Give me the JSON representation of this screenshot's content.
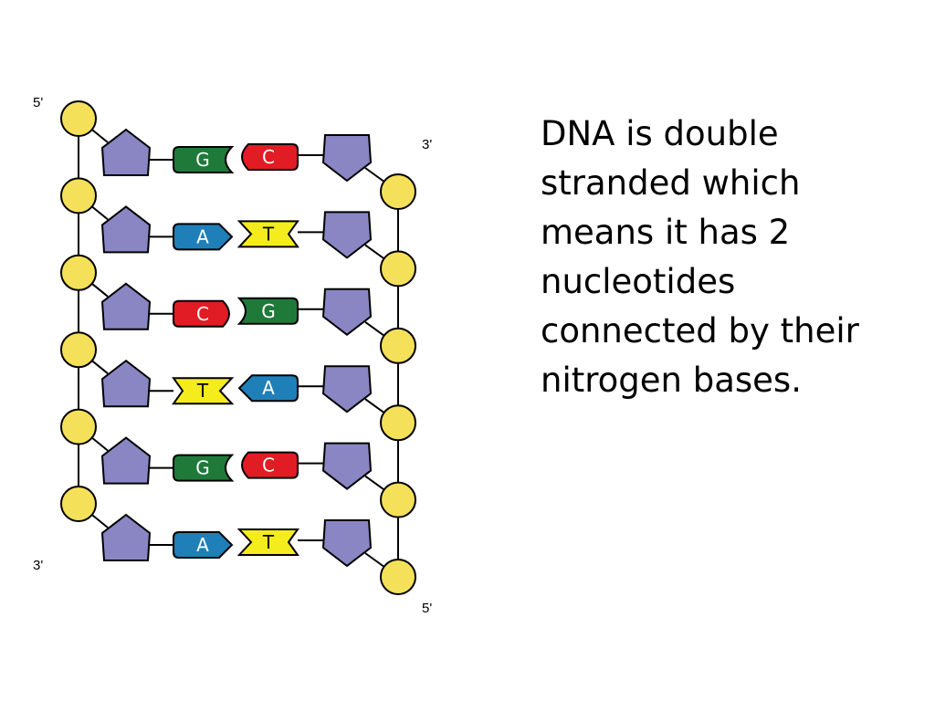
{
  "diagram": {
    "labels": {
      "left_top": "5'",
      "right_top": "3'",
      "left_bottom": "3'",
      "right_bottom": "5'"
    },
    "pairs": [
      {
        "left": "G",
        "right": "C"
      },
      {
        "left": "A",
        "right": "T"
      },
      {
        "left": "C",
        "right": "G"
      },
      {
        "left": "T",
        "right": "A"
      },
      {
        "left": "G",
        "right": "C"
      },
      {
        "left": "A",
        "right": "T"
      }
    ],
    "colors": {
      "phosphate": "#f5e05a",
      "sugar": "#8a86c4",
      "A": "#1f7fb8",
      "T": "#f4ec1c",
      "G": "#1f7a3a",
      "C": "#e21c24",
      "line": "#000000"
    }
  },
  "caption": {
    "lines": [
      "DNA is double",
      "stranded which",
      "means it has 2",
      "nucleotides",
      "connected by their",
      "nitrogen bases."
    ]
  }
}
